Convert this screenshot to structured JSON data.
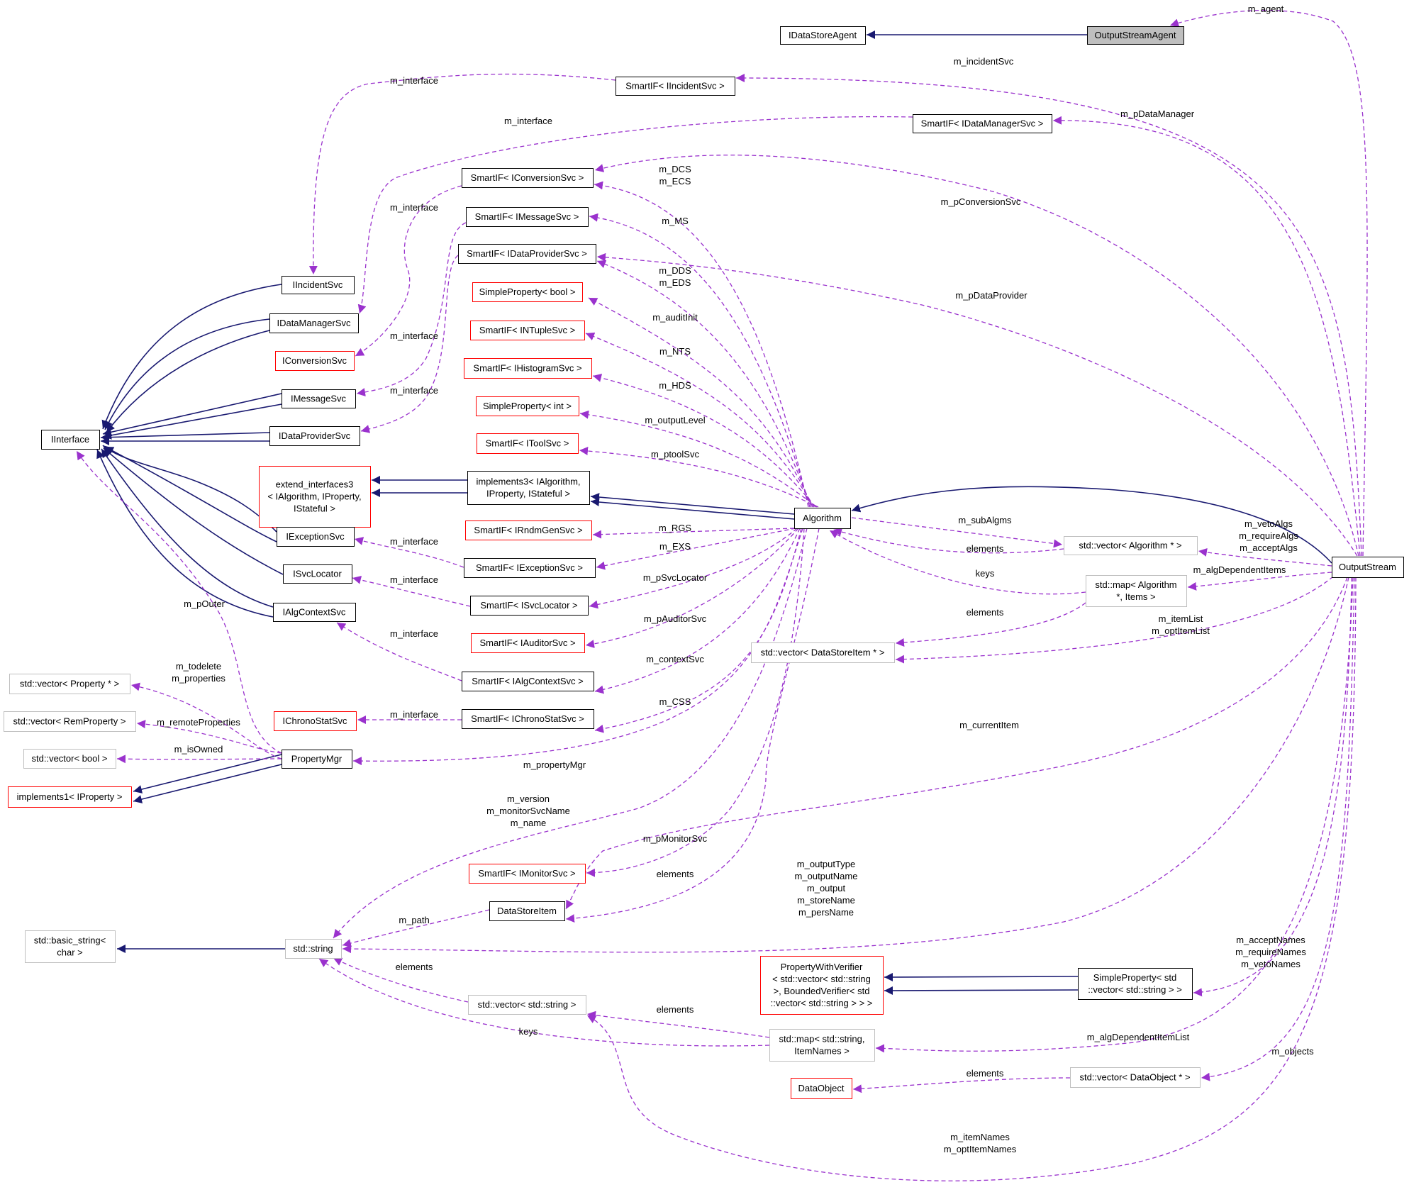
{
  "colors": {
    "inheritance": "#191970",
    "usage": "#9a32cd",
    "border_documented": "#000000",
    "border_undocumented": "#bfbfbf",
    "border_missing": "#ff0000",
    "focus_fill": "#bfbfbf"
  },
  "nodes": [
    {
      "id": "IDataStoreAgent",
      "lines": [
        "IDataStoreAgent"
      ],
      "kind": "doc"
    },
    {
      "id": "OutputStreamAgent",
      "lines": [
        "OutputStreamAgent"
      ],
      "kind": "focus"
    },
    {
      "id": "SmartIF_IIncidentSvc",
      "lines": [
        "SmartIF< IIncidentSvc >"
      ],
      "kind": "doc"
    },
    {
      "id": "SmartIF_IDataManagerSvc",
      "lines": [
        "SmartIF< IDataManagerSvc >"
      ],
      "kind": "doc"
    },
    {
      "id": "SmartIF_IConversionSvc",
      "lines": [
        "SmartIF< IConversionSvc >"
      ],
      "kind": "doc"
    },
    {
      "id": "SmartIF_IMessageSvc",
      "lines": [
        "SmartIF< IMessageSvc >"
      ],
      "kind": "doc"
    },
    {
      "id": "SmartIF_IDataProviderSvc",
      "lines": [
        "SmartIF< IDataProviderSvc >"
      ],
      "kind": "doc"
    },
    {
      "id": "IIncidentSvc",
      "lines": [
        "IIncidentSvc"
      ],
      "kind": "doc"
    },
    {
      "id": "IDataManagerSvc",
      "lines": [
        "IDataManagerSvc"
      ],
      "kind": "doc"
    },
    {
      "id": "IConversionSvc",
      "lines": [
        "IConversionSvc"
      ],
      "kind": "missing"
    },
    {
      "id": "IMessageSvc",
      "lines": [
        "IMessageSvc"
      ],
      "kind": "doc"
    },
    {
      "id": "IDataProviderSvc",
      "lines": [
        "IDataProviderSvc"
      ],
      "kind": "doc"
    },
    {
      "id": "IInterface",
      "lines": [
        "IInterface"
      ],
      "kind": "doc"
    },
    {
      "id": "SimpleProperty_bool",
      "lines": [
        "SimpleProperty< bool >"
      ],
      "kind": "missing"
    },
    {
      "id": "SmartIF_INTupleSvc",
      "lines": [
        "SmartIF< INTupleSvc >"
      ],
      "kind": "missing"
    },
    {
      "id": "SmartIF_IHistogramSvc",
      "lines": [
        "SmartIF< IHistogramSvc >"
      ],
      "kind": "missing"
    },
    {
      "id": "SimpleProperty_int",
      "lines": [
        "SimpleProperty< int >"
      ],
      "kind": "missing"
    },
    {
      "id": "SmartIF_IToolSvc",
      "lines": [
        "SmartIF< IToolSvc >"
      ],
      "kind": "missing"
    },
    {
      "id": "extend_interfaces3",
      "lines": [
        "extend_interfaces3",
        "< IAlgorithm, IProperty,",
        "IStateful >"
      ],
      "kind": "missing"
    },
    {
      "id": "implements3",
      "lines": [
        "implements3< IAlgorithm,",
        "IProperty, IStateful >"
      ],
      "kind": "doc"
    },
    {
      "id": "Algorithm",
      "lines": [
        "Algorithm"
      ],
      "kind": "doc"
    },
    {
      "id": "SmartIF_IRndmGenSvc",
      "lines": [
        "SmartIF< IRndmGenSvc >"
      ],
      "kind": "missing"
    },
    {
      "id": "IExceptionSvc",
      "lines": [
        "IExceptionSvc"
      ],
      "kind": "doc"
    },
    {
      "id": "SmartIF_IExceptionSvc",
      "lines": [
        "SmartIF< IExceptionSvc >"
      ],
      "kind": "doc"
    },
    {
      "id": "ISvcLocator",
      "lines": [
        "ISvcLocator"
      ],
      "kind": "doc"
    },
    {
      "id": "SmartIF_ISvcLocator",
      "lines": [
        "SmartIF< ISvcLocator >"
      ],
      "kind": "doc"
    },
    {
      "id": "IAlgContextSvc",
      "lines": [
        "IAlgContextSvc"
      ],
      "kind": "doc"
    },
    {
      "id": "SmartIF_IAuditorSvc",
      "lines": [
        "SmartIF< IAuditorSvc >"
      ],
      "kind": "missing"
    },
    {
      "id": "SmartIF_IAlgContextSvc",
      "lines": [
        "SmartIF< IAlgContextSvc >"
      ],
      "kind": "doc"
    },
    {
      "id": "vector_Property",
      "lines": [
        "std::vector< Property * >"
      ],
      "kind": "undoc"
    },
    {
      "id": "vector_RemProperty",
      "lines": [
        "std::vector< RemProperty >"
      ],
      "kind": "undoc"
    },
    {
      "id": "IChronoStatSvc",
      "lines": [
        "IChronoStatSvc"
      ],
      "kind": "missing"
    },
    {
      "id": "SmartIF_IChronoStatSvc",
      "lines": [
        "SmartIF< IChronoStatSvc >"
      ],
      "kind": "doc"
    },
    {
      "id": "vector_bool",
      "lines": [
        "std::vector< bool >"
      ],
      "kind": "undoc"
    },
    {
      "id": "PropertyMgr",
      "lines": [
        "PropertyMgr"
      ],
      "kind": "doc"
    },
    {
      "id": "implements1",
      "lines": [
        "implements1< IProperty >"
      ],
      "kind": "missing"
    },
    {
      "id": "vector_Algorithm",
      "lines": [
        "std::vector< Algorithm * >"
      ],
      "kind": "undoc"
    },
    {
      "id": "map_Algorithm",
      "lines": [
        "std::map< Algorithm",
        "*, Items >"
      ],
      "kind": "undoc"
    },
    {
      "id": "vector_DataStoreItem",
      "lines": [
        "std::vector< DataStoreItem * >"
      ],
      "kind": "undoc"
    },
    {
      "id": "OutputStream",
      "lines": [
        "OutputStream"
      ],
      "kind": "doc"
    },
    {
      "id": "SmartIF_IMonitorSvc",
      "lines": [
        "SmartIF< IMonitorSvc >"
      ],
      "kind": "missing"
    },
    {
      "id": "DataStoreItem",
      "lines": [
        "DataStoreItem"
      ],
      "kind": "doc"
    },
    {
      "id": "basic_string",
      "lines": [
        "std::basic_string<",
        "char >"
      ],
      "kind": "undoc"
    },
    {
      "id": "std_string",
      "lines": [
        "std::string"
      ],
      "kind": "undoc"
    },
    {
      "id": "PropertyWithVerifier",
      "lines": [
        "PropertyWithVerifier",
        "< std::vector< std::string",
        ">, BoundedVerifier< std",
        "::vector< std::string > > >"
      ],
      "kind": "missing"
    },
    {
      "id": "SimpleProperty_vector_string",
      "lines": [
        "SimpleProperty< std",
        "::vector< std::string > >"
      ],
      "kind": "doc"
    },
    {
      "id": "vector_string",
      "lines": [
        "std::vector< std::string >"
      ],
      "kind": "undoc"
    },
    {
      "id": "map_string_ItemNames",
      "lines": [
        "std::map< std::string,",
        "ItemNames >"
      ],
      "kind": "undoc"
    },
    {
      "id": "DataObject",
      "lines": [
        "DataObject"
      ],
      "kind": "missing"
    },
    {
      "id": "vector_DataObject",
      "lines": [
        "std::vector< DataObject * >"
      ],
      "kind": "undoc"
    }
  ],
  "inheritance_edges": [
    {
      "from": "OutputStreamAgent",
      "to": "IDataStoreAgent"
    },
    {
      "from": "IIncidentSvc",
      "to": "IInterface"
    },
    {
      "from": "IDataManagerSvc",
      "to": "IInterface"
    },
    {
      "from": "IDataManagerSvc",
      "to": "IInterface"
    },
    {
      "from": "IMessageSvc",
      "to": "IInterface"
    },
    {
      "from": "IMessageSvc",
      "to": "IInterface"
    },
    {
      "from": "IDataProviderSvc",
      "to": "IInterface"
    },
    {
      "from": "IDataProviderSvc",
      "to": "IInterface"
    },
    {
      "from": "IExceptionSvc",
      "to": "IInterface"
    },
    {
      "from": "IExceptionSvc",
      "to": "IInterface"
    },
    {
      "from": "ISvcLocator",
      "to": "IInterface"
    },
    {
      "from": "IAlgContextSvc",
      "to": "IInterface"
    },
    {
      "from": "IAlgContextSvc",
      "to": "IInterface"
    },
    {
      "from": "implements3",
      "to": "extend_interfaces3"
    },
    {
      "from": "implements3",
      "to": "extend_interfaces3"
    },
    {
      "from": "Algorithm",
      "to": "implements3"
    },
    {
      "from": "Algorithm",
      "to": "implements3"
    },
    {
      "from": "OutputStream",
      "to": "Algorithm"
    },
    {
      "from": "PropertyMgr",
      "to": "implements1"
    },
    {
      "from": "PropertyMgr",
      "to": "implements1"
    },
    {
      "from": "std_string",
      "to": "basic_string"
    },
    {
      "from": "SimpleProperty_vector_string",
      "to": "PropertyWithVerifier"
    },
    {
      "from": "SimpleProperty_vector_string",
      "to": "PropertyWithVerifier"
    }
  ],
  "usage_edges": [
    {
      "to": "OutputStreamAgent",
      "label": [
        "m_agent"
      ]
    },
    {
      "to": "SmartIF_IIncidentSvc",
      "label": [
        "m_incidentSvc"
      ]
    },
    {
      "to": "IIncidentSvc",
      "label": [
        "m_interface"
      ]
    },
    {
      "to": "SmartIF_IDataManagerSvc",
      "label": [
        "m_pDataManager"
      ]
    },
    {
      "to": "IDataManagerSvc",
      "label": [
        "m_interface"
      ]
    },
    {
      "to": "SmartIF_IConversionSvc",
      "label": [
        "m_pConversionSvc"
      ]
    },
    {
      "to": "SmartIF_IConversionSvc",
      "label": [
        "m_DCS",
        "m_ECS"
      ]
    },
    {
      "to": "IConversionSvc",
      "label": [
        "m_interface"
      ]
    },
    {
      "to": "SmartIF_IMessageSvc",
      "label": [
        "m_MS"
      ]
    },
    {
      "to": "IMessageSvc",
      "label": [
        "m_interface"
      ]
    },
    {
      "to": "SmartIF_IDataProviderSvc",
      "label": [
        "m_pDataProvider"
      ]
    },
    {
      "to": "SmartIF_IDataProviderSvc",
      "label": [
        "m_DDS",
        "m_EDS"
      ]
    },
    {
      "to": "IDataProviderSvc",
      "label": [
        "m_interface"
      ]
    },
    {
      "to": "SimpleProperty_bool",
      "label": [
        "m_auditInit"
      ]
    },
    {
      "to": "SmartIF_INTupleSvc",
      "label": [
        "m_NTS"
      ]
    },
    {
      "to": "SmartIF_IHistogramSvc",
      "label": [
        "m_HDS"
      ]
    },
    {
      "to": "SimpleProperty_int",
      "label": [
        "m_outputLevel"
      ]
    },
    {
      "to": "SmartIF_IToolSvc",
      "label": [
        "m_ptoolSvc"
      ]
    },
    {
      "to": "SmartIF_IRndmGenSvc",
      "label": [
        "m_RGS"
      ]
    },
    {
      "to": "SmartIF_IExceptionSvc",
      "label": [
        "m_EXS"
      ]
    },
    {
      "to": "IExceptionSvc",
      "label": [
        "m_interface"
      ]
    },
    {
      "to": "SmartIF_ISvcLocator",
      "label": [
        "m_pSvcLocator"
      ]
    },
    {
      "to": "ISvcLocator",
      "label": [
        "m_interface"
      ]
    },
    {
      "to": "SmartIF_IAuditorSvc",
      "label": [
        "m_pAuditorSvc"
      ]
    },
    {
      "to": "SmartIF_IAlgContextSvc",
      "label": [
        "m_contextSvc"
      ]
    },
    {
      "to": "IAlgContextSvc",
      "label": [
        "m_interface"
      ]
    },
    {
      "to": "SmartIF_IChronoStatSvc",
      "label": [
        "m_CSS"
      ]
    },
    {
      "to": "IChronoStatSvc",
      "label": [
        "m_interface"
      ]
    },
    {
      "to": "PropertyMgr",
      "label": [
        "m_propertyMgr"
      ]
    },
    {
      "to": "vector_Property",
      "label": [
        "m_todelete",
        "m_properties"
      ]
    },
    {
      "to": "vector_RemProperty",
      "label": [
        "m_remoteProperties"
      ]
    },
    {
      "to": "vector_bool",
      "label": [
        "m_isOwned"
      ]
    },
    {
      "to": "IInterface",
      "label": [
        "m_pOuter"
      ]
    },
    {
      "to": "vector_Algorithm",
      "label": [
        "m_subAlgms"
      ]
    },
    {
      "to": "vector_Algorithm",
      "label": [
        "m_vetoAlgs",
        "m_requireAlgs",
        "m_acceptAlgs"
      ]
    },
    {
      "to": "Algorithm",
      "label": [
        "elements"
      ]
    },
    {
      "to": "Algorithm",
      "label": [
        "keys"
      ]
    },
    {
      "to": "map_Algorithm",
      "label": [
        "m_algDependentItems"
      ]
    },
    {
      "to": "vector_DataStoreItem",
      "label": [
        "elements"
      ]
    },
    {
      "to": "vector_DataStoreItem",
      "label": [
        "m_itemList",
        "m_optItemList"
      ]
    },
    {
      "to": "DataStoreItem",
      "label": [
        "m_currentItem"
      ]
    },
    {
      "to": "DataStoreItem",
      "label": [
        "elements"
      ]
    },
    {
      "to": "SmartIF_IMonitorSvc",
      "label": [
        "m_pMonitorSvc"
      ]
    },
    {
      "to": "std_string",
      "label": [
        "m_version",
        "m_monitorSvcName",
        "m_name"
      ]
    },
    {
      "to": "std_string",
      "label": [
        "m_path"
      ]
    },
    {
      "to": "std_string",
      "label": [
        "m_outputType",
        "m_outputName",
        "m_output",
        "m_storeName",
        "m_persName"
      ]
    },
    {
      "to": "std_string",
      "label": [
        "elements"
      ]
    },
    {
      "to": "std_string",
      "label": [
        "keys"
      ]
    },
    {
      "to": "SimpleProperty_vector_string",
      "label": [
        "m_acceptNames",
        "m_requireNames",
        "m_vetoNames"
      ]
    },
    {
      "to": "vector_string",
      "label": [
        "elements"
      ]
    },
    {
      "to": "vector_string",
      "label": [
        "m_itemNames",
        "m_optItemNames"
      ]
    },
    {
      "to": "map_string_ItemNames",
      "label": [
        "m_algDependentItemList"
      ]
    },
    {
      "to": "vector_DataObject",
      "label": [
        "m_objects"
      ]
    },
    {
      "to": "DataObject",
      "label": [
        "elements"
      ]
    }
  ]
}
